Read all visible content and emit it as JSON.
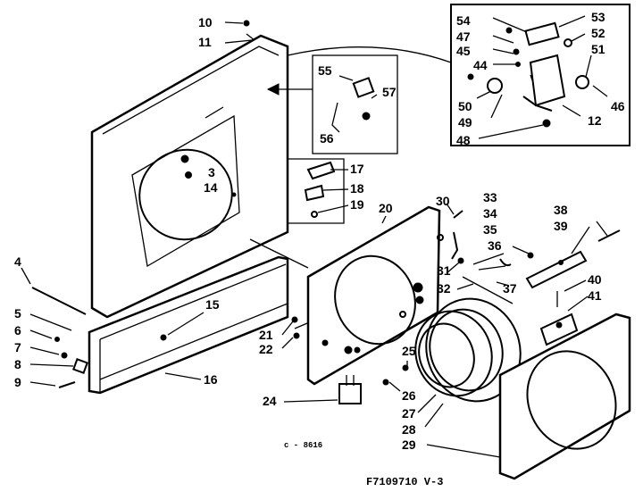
{
  "part_numbers": [
    "10",
    "11",
    "3",
    "14",
    "17",
    "18",
    "19",
    "4",
    "5",
    "6",
    "7",
    "8",
    "9",
    "15",
    "16",
    "20",
    "21",
    "22",
    "24",
    "25",
    "26",
    "27",
    "28",
    "29",
    "30",
    "31",
    "32",
    "33",
    "34",
    "35",
    "36",
    "37",
    "38",
    "39",
    "40",
    "41",
    "54",
    "47",
    "45",
    "44",
    "50",
    "49",
    "48",
    "53",
    "52",
    "51",
    "46",
    "12",
    "55",
    "57",
    "56"
  ],
  "footer": {
    "small_code": "c - 8616",
    "drawing_number": "F7109710 V-3"
  }
}
